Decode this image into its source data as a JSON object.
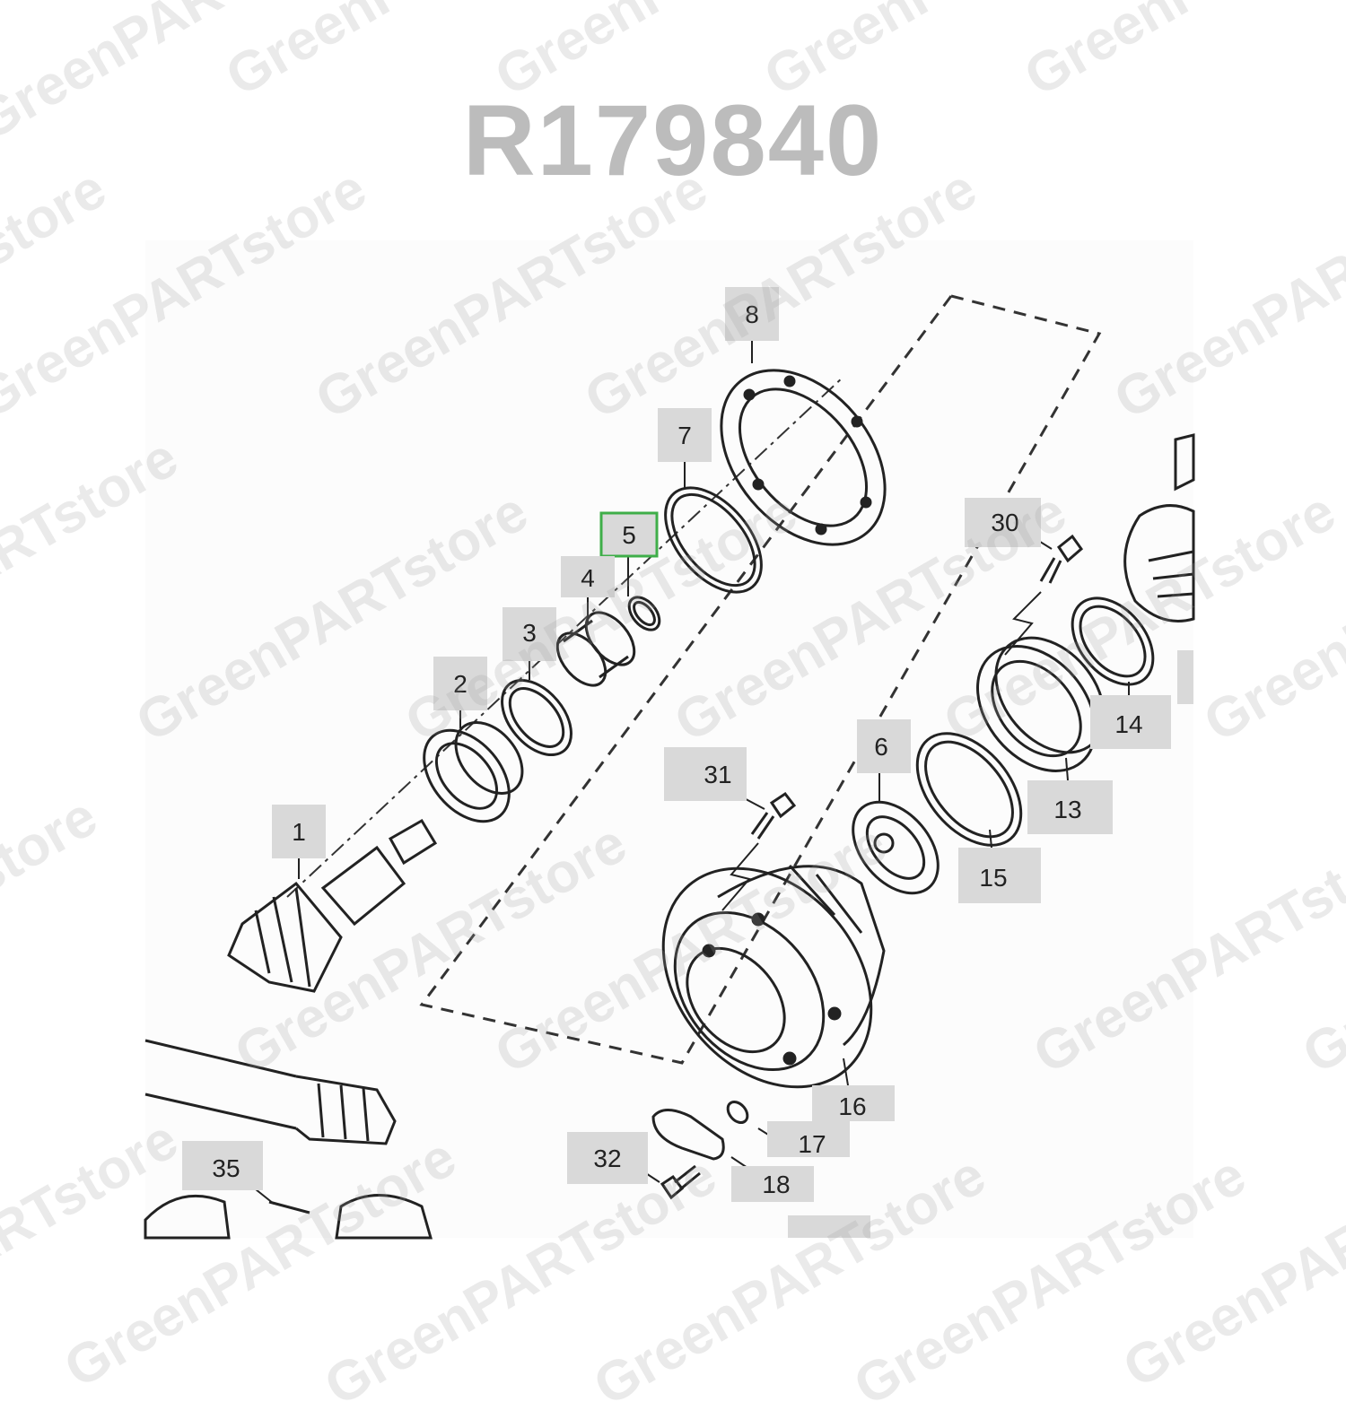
{
  "page": {
    "title": "R179840"
  },
  "watermark": {
    "text": "GreenPARTstore"
  },
  "colors": {
    "callout_fill": "#d9d9d9",
    "callout_highlight": "#3fae49",
    "line": "#222222"
  },
  "callouts": [
    {
      "id": "1",
      "label": "1"
    },
    {
      "id": "2",
      "label": "2"
    },
    {
      "id": "3",
      "label": "3"
    },
    {
      "id": "4",
      "label": "4"
    },
    {
      "id": "5",
      "label": "5",
      "highlighted": true
    },
    {
      "id": "6",
      "label": "6"
    },
    {
      "id": "7",
      "label": "7"
    },
    {
      "id": "8",
      "label": "8"
    },
    {
      "id": "13",
      "label": "13"
    },
    {
      "id": "14",
      "label": "14"
    },
    {
      "id": "15",
      "label": "15"
    },
    {
      "id": "16",
      "label": "16"
    },
    {
      "id": "17",
      "label": "17"
    },
    {
      "id": "18",
      "label": "18"
    },
    {
      "id": "30",
      "label": "30"
    },
    {
      "id": "31",
      "label": "31"
    },
    {
      "id": "32",
      "label": "32"
    },
    {
      "id": "35",
      "label": "35"
    }
  ]
}
